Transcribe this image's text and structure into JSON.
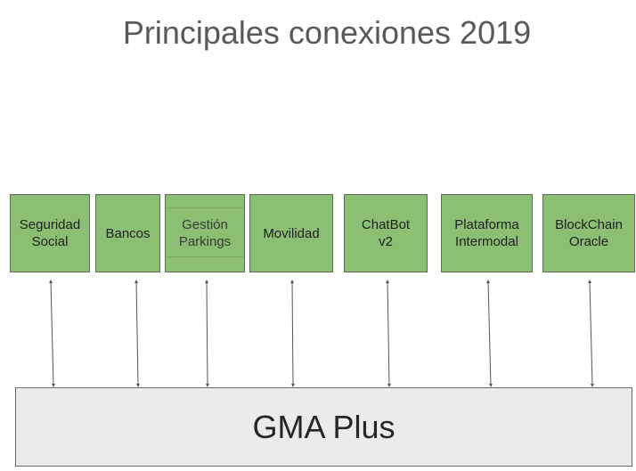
{
  "title": "Principales conexiones 2019",
  "nodes": [
    {
      "id": "seguridad-social",
      "label": "Seguridad\nSocial"
    },
    {
      "id": "bancos",
      "label": "Bancos"
    },
    {
      "id": "gestion-parkings",
      "label": "Gestión\nParkings"
    },
    {
      "id": "movilidad",
      "label": "Movilidad"
    },
    {
      "id": "chatbot-v2",
      "label": "ChatBot\nv2"
    },
    {
      "id": "plataforma-intermodal",
      "label": "Plataforma\nIntermodal"
    },
    {
      "id": "blockchain-oracle",
      "label": "BlockChain\nOracle"
    }
  ],
  "platform": {
    "label": "GMA Plus"
  },
  "colors": {
    "node_fill": "#8bbf73",
    "platform_fill": "#ebebeb",
    "title_text": "#595959"
  }
}
